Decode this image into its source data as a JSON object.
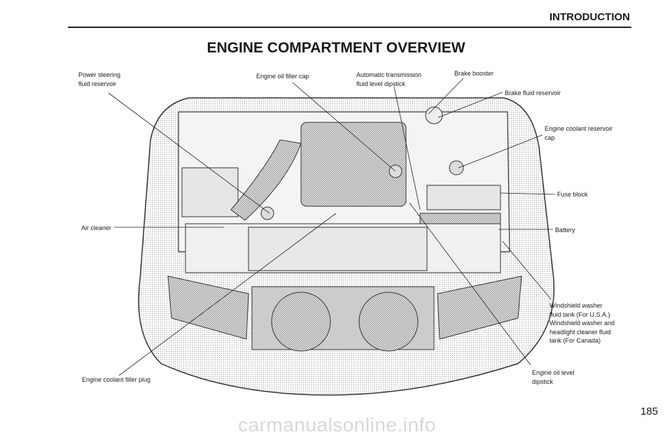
{
  "header": {
    "section": "INTRODUCTION"
  },
  "title": "ENGINE COMPARTMENT OVERVIEW",
  "labels": {
    "power_steering": "Power steering\nfluid reservoir",
    "oil_filler_cap": "Engine oil filler cap",
    "atf_dipstick": "Automatic transmission\nfluid level dipstick",
    "brake_booster": "Brake booster",
    "brake_fluid": "Brake fluid reservoir",
    "coolant_cap": "Engine coolant reservoir\ncap",
    "fuse_block": "Fuse block",
    "battery": "Battery",
    "air_cleaner": "Air cleaner",
    "washer": "Windshield washer\nfluid tank (For U.S.A.)\nWindshield washer and\nheadlight cleaner fluid\ntank (For Canada)",
    "oil_dipstick": "Engine oil level\ndipstick",
    "coolant_plug": "Engine coolant filler plug"
  },
  "page_number": "185",
  "watermark": "carmanualsonline.info"
}
